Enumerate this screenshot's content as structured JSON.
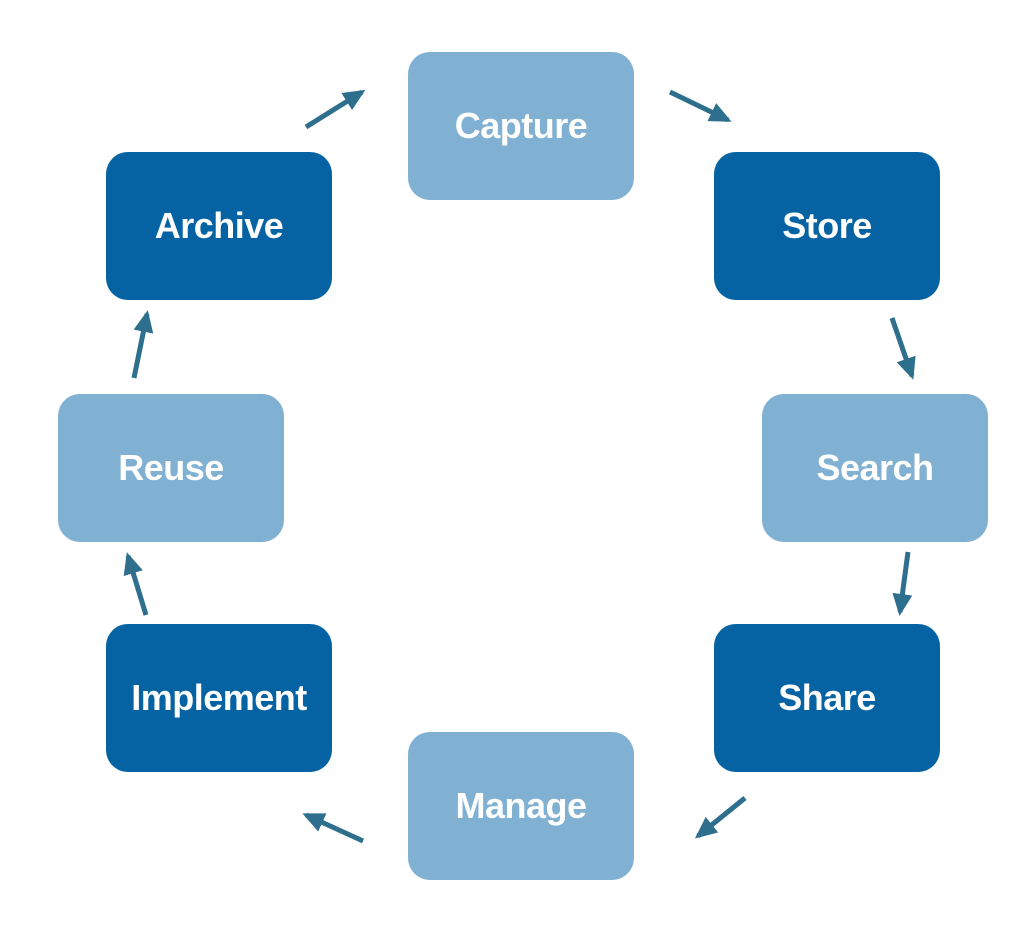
{
  "colors": {
    "dark": "#0563a3",
    "light": "#80b0d2",
    "arrow": "#2e6f8e"
  },
  "cycle": {
    "steps": [
      {
        "label": "Capture"
      },
      {
        "label": "Store"
      },
      {
        "label": "Search"
      },
      {
        "label": "Share"
      },
      {
        "label": "Manage"
      },
      {
        "label": "Implement"
      },
      {
        "label": "Reuse"
      },
      {
        "label": "Archive"
      }
    ]
  }
}
